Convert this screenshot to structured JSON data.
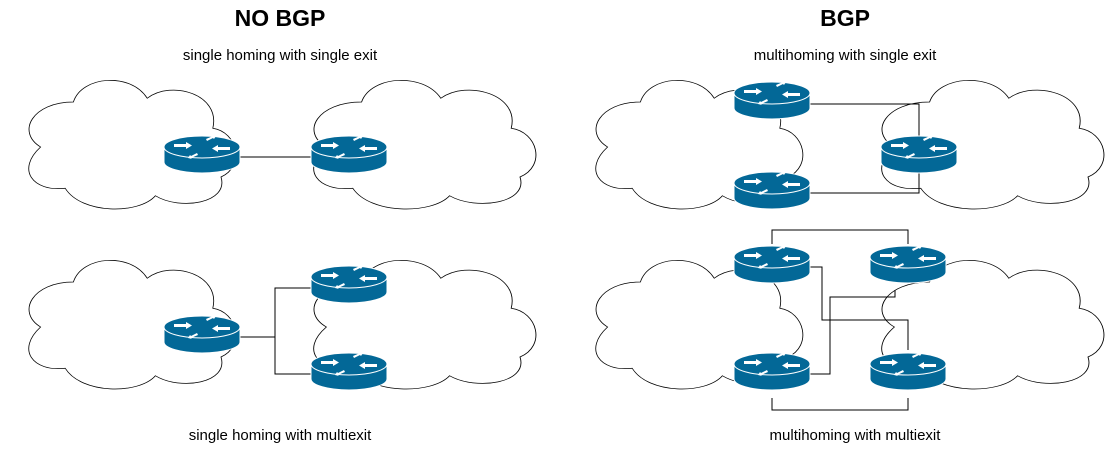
{
  "left_panel": {
    "heading": "NO BGP",
    "top_caption": "single homing with single exit",
    "bottom_caption": "single homing with multiexit"
  },
  "right_panel": {
    "heading": "BGP",
    "top_caption": "multihoming with single exit",
    "bottom_caption": "multihoming with multiexit"
  },
  "colors": {
    "router": "#036897",
    "router_arrow": "#ffffff",
    "line": "#000000",
    "cloud_fill": "#ffffff",
    "cloud_stroke": "#000000"
  }
}
